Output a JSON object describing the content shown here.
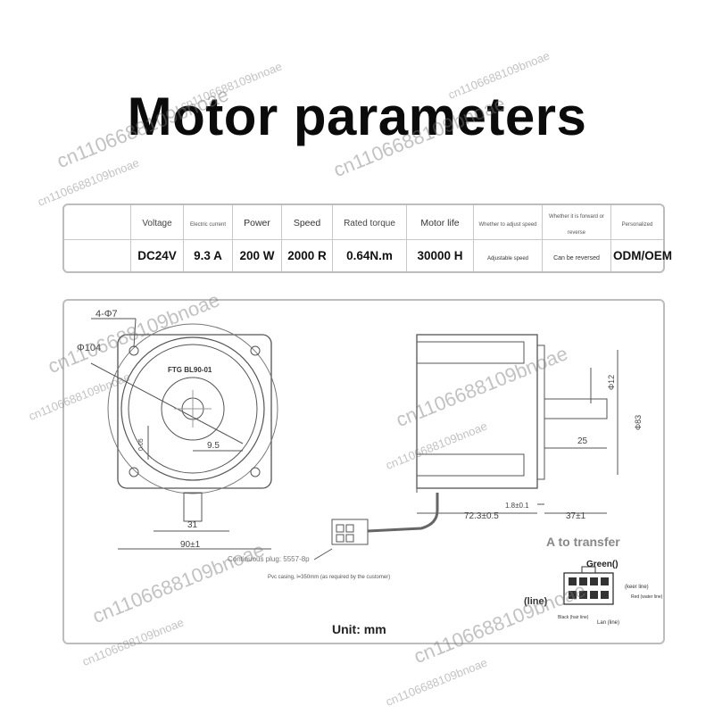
{
  "title": "Motor parameters",
  "table": {
    "headers": [
      "",
      "Voltage",
      "Electric current",
      "Power",
      "Speed",
      "Rated torque",
      "Motor life",
      "Whether to adjust speed",
      "Whether it is forward or reverse",
      "Personalized"
    ],
    "values": [
      "",
      "DC24V",
      "9.3 A",
      "200 W",
      "2000 R",
      "0.64N.m",
      "30000 H",
      "Adjustable speed",
      "Can be reversed",
      "ODM/OEM"
    ]
  },
  "drawing": {
    "dims": {
      "bolt_holes": "4-Φ7",
      "bolt_circle": "Φ104",
      "model": "FTG BL90-01",
      "dim_9_5": "9.5",
      "dim_31": "31",
      "dim_90": "90±1",
      "dim_shaft_dia": "Φ12",
      "dim_pilot_dia": "Φ83",
      "dim_25": "25",
      "dim_72_3": "72.3±0.5",
      "dim_1_8": "1.8±0.1",
      "dim_37": "37±1",
      "dim_0_05": "0.05"
    },
    "labels": {
      "plug": "Continuous plug: 5557-8p",
      "casing": "Pvc casing, l=350mm (as required by the customer)"
    },
    "connector": {
      "title": "A to transfer",
      "green": "Green()",
      "line_left": "(line)",
      "keer_line": "(keer line)",
      "red": "Red (water line)",
      "black": "Black (hair line)",
      "lan": "Lan (line)"
    },
    "unit": "Unit: mm"
  },
  "watermark": "cn1106688109bnoae"
}
